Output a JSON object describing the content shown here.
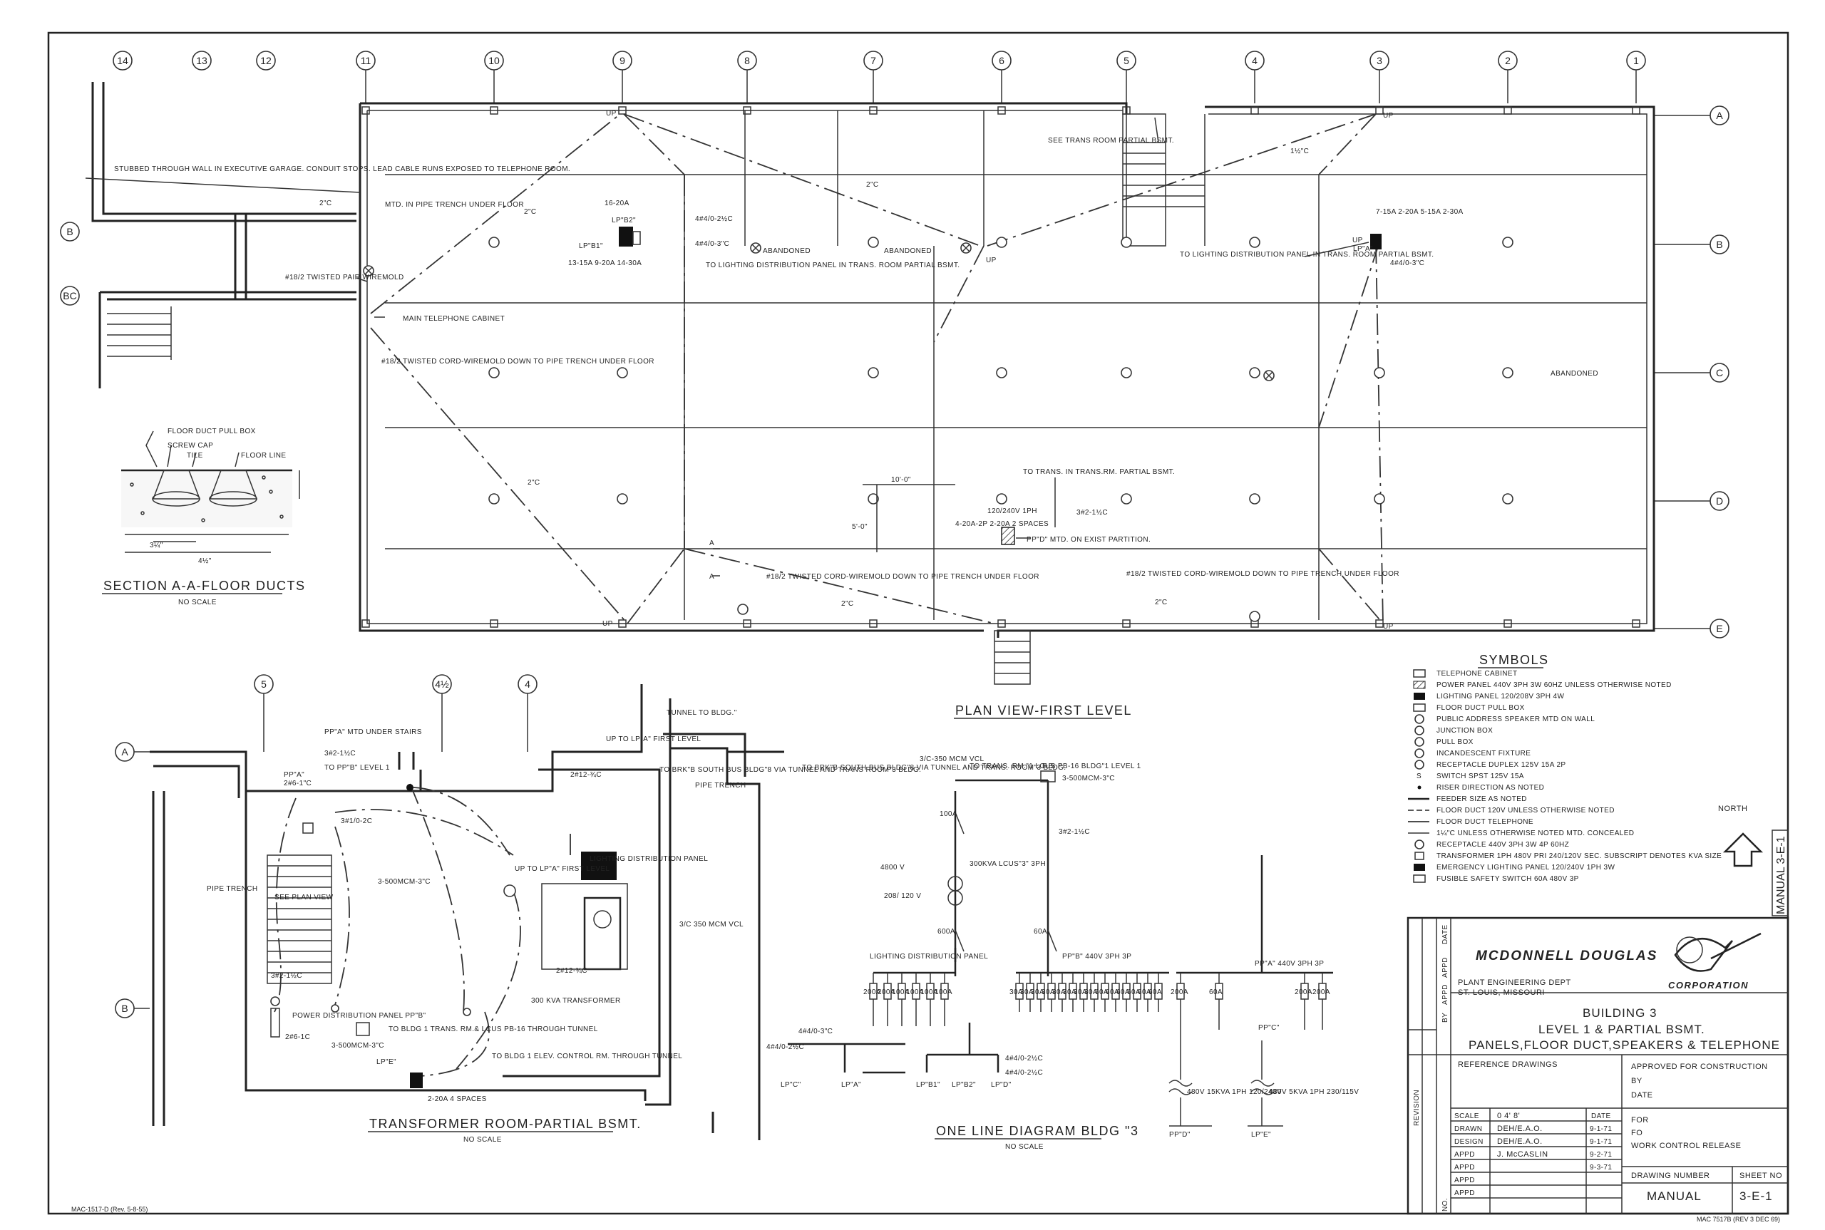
{
  "grid_columns_top": [
    "14",
    "13",
    "12",
    "11",
    "10",
    "9",
    "8",
    "7",
    "6",
    "5",
    "4",
    "3",
    "2",
    "1"
  ],
  "grid_rows_right": [
    "A",
    "B",
    "C",
    "D",
    "E"
  ],
  "grid_rows_left": [
    "B",
    "BC"
  ],
  "trans_room_grid_top": [
    "5",
    "4½",
    "4"
  ],
  "trans_room_grid_left": [
    "A",
    "B"
  ],
  "plan_notes": {
    "stubbed": "STUBBED THROUGH WALL IN EXECUTIVE GARAGE. CONDUIT STOPS. LEAD CABLE RUNS EXPOSED TO TELEPHONE ROOM.",
    "mtd_pipe_trench": "MTD. IN PIPE TRENCH UNDER FLOOR",
    "twisted_pair": "#18/2 TWISTED PAIR WIREMOLD",
    "main_tel_cabinet": "MAIN TELEPHONE CABINET",
    "twisted_cord_1": "#18/2 TWISTED CORD-WIREMOLD DOWN TO PIPE TRENCH UNDER FLOOR",
    "lp_b2": "LP\"B2\"",
    "lp_b1": "LP\"B1\"",
    "lp_b2_ckt": "16-20A",
    "lp_b1_ckt": "13-15A 9-20A 14-30A",
    "feeder_a": "4#4/0-2½C",
    "feeder_b": "4#4/0-3\"C",
    "to_lighting": "TO LIGHTING DISTRIBUTION PANEL IN TRANS. ROOM PARTIAL BSMT.",
    "abandoned": "ABANDONED",
    "see_trans_room": "SEE TRANS ROOM PARTIAL BSMT.",
    "to_lighting_2": "TO LIGHTING DISTRIBUTION PANEL IN TRANS. ROOM PARTIAL BSMT.",
    "lp_a_ckt": "7-15A 2-20A 5-15A 2-30A",
    "lp_a": "LP\"A\"",
    "feeder_c": "4#4/0-3\"C",
    "to_trans": "TO TRANS. IN TRANS.RM. PARTIAL BSMT.",
    "pp_d_rating": "120/240V 1PH",
    "pp_d_ckt": "4-20A-2P 2-20A 2 SPACES",
    "pp_d": "PP\"D\" MTD. ON EXIST PARTITION.",
    "pp_d_feeder": "3#2-1½C",
    "dim_10": "10'-0\"",
    "dim_5": "5'-0\"",
    "twisted_cord_2": "#18/2 TWISTED CORD-WIREMOLD DOWN TO PIPE TRENCH UNDER FLOOR",
    "twisted_cord_3": "#18/2 TWISTED CORD-WIREMOLD DOWN TO PIPE TRENCH UNDER FLOOR",
    "up": "UP",
    "c2": "2\"C",
    "c15": "1½\"C",
    "sec_a": "A"
  },
  "section": {
    "title": "SECTION A-A-FLOOR DUCTS",
    "subtitle": "NO SCALE",
    "pull_box": "FLOOR DUCT PULL BOX",
    "screw_cap": "SCREW CAP",
    "tile": "TILE",
    "floor_line": "FLOOR LINE",
    "dim_a": "3¼\"",
    "dim_b": "4½\""
  },
  "plan_title": "PLAN VIEW-FIRST LEVEL",
  "trans_room": {
    "title": "TRANSFORMER ROOM-PARTIAL BSMT.",
    "subtitle": "NO SCALE",
    "tunnel": "TUNNEL TO BLDG.\"",
    "pipe_trench": "PIPE TRENCH",
    "pipe_trench_2": "PIPE TRENCH",
    "pp_a": "PP\"A\"",
    "pp_a_mtd": "PP\"A\" MTD UNDER STAIRS",
    "to_pp_b": "TO PP\"B\" LEVEL 1",
    "feeder_3_2": "3#2-1½C",
    "feeder_2_6": "2#6-1\"C",
    "to_brk": "TO BRK\"B SOUTH BUS BLDG\"8 VIA TUNNEL AND TRANS ROOM\"3 BLDG.",
    "to_lp_a": "UP TO LP\"A\" FIRST LEVEL",
    "up_to_lp_a": "UP TO LP\"A\" FIRST LEVEL",
    "lighting_dist": "LIGHTING DISTRIBUTION PANEL",
    "see_plan": "SEE PLAN VIEW",
    "cable_500": "3-500MCM-3\"C",
    "cable_350": "3/C 350 MCM VCL",
    "xfmr": "300 KVA TRANSFORMER",
    "pdp_b": "POWER DISTRIBUTION PANEL PP\"B\"",
    "to_bldg_trans": "TO BLDG 1 TRANS. RM.& LCUS PB-16 THROUGH TUNNEL",
    "cable_500b": "3-500MCM-3\"C",
    "to_elev": "TO BLDG 1 ELEV. CONTROL RM. THROUGH TUNNEL",
    "lp_e": "LP\"E\"",
    "lp_e_ckt": "2-20A 4 SPACES",
    "f_a": "2#12-¾C",
    "f_b": "3#1/0-2C",
    "f_c": "3#2-1½C",
    "f_d": "2#12-¾C",
    "f_e": "2#6-1C"
  },
  "one_line": {
    "title": "ONE LINE DIAGRAM BLDG \"3",
    "subtitle": "NO SCALE",
    "to_brk": "TO BRK\"B SOUTH BUS BLDG\"8 VIA TUNNEL AND TRANS. ROOM\"3 BLDG.",
    "cable_350": "3/C-350 MCM VCL",
    "to_trans_rm": "TO TRANS. RM.\"1 LCUS PB-16 BLDG\"1 LEVEL 1",
    "cable_500": "3-500MCM-3\"C",
    "fb": "F.B.",
    "f100": "100A",
    "v4800": "4800 V",
    "v208": "208/ 120 V",
    "kva300": "300KVA LCUS\"3\" 3PH",
    "a600": "600A",
    "feeder_3_2": "3#2-1½C",
    "a60": "60A",
    "ldp": "LIGHTING DISTRIBUTION PANEL",
    "pp_b": "PP\"B\" 440V 3PH 3P",
    "pp_a": "PP\"A\" 440V 3PH 3P",
    "f_a": "4#4/0-3\"C",
    "f_b": "4#4/0-2½C",
    "f_c": "4#4/0-2½C",
    "f_d": "4#4/0-2½C",
    "lp_c": "LP\"C\"",
    "lp_a": "LP\"A\"",
    "lp_b1": "LP\"B1\"",
    "lp_b2": "LP\"B2\"",
    "lp_d": "LP\"D\"",
    "pp_c": "PP\"C\"",
    "pp_d": "PP\"D\"",
    "lp_e": "LP\"E\"",
    "x1": "480V 15KVA 1PH 120/240V",
    "x2": "480V 5KVA 1PH 230/115V",
    "c200": "200A",
    "c100": "100A",
    "c30": "30A",
    "c60": "60A"
  },
  "symbols": {
    "title": "SYMBOLS",
    "items": [
      "TELEPHONE CABINET",
      "POWER PANEL 440V 3PH 3W 60HZ UNLESS OTHERWISE NOTED",
      "LIGHTING PANEL 120/208V 3PH 4W",
      "FLOOR DUCT PULL BOX",
      "PUBLIC ADDRESS SPEAKER MTD ON WALL",
      "JUNCTION BOX",
      "PULL BOX",
      "INCANDESCENT FIXTURE",
      "RECEPTACLE DUPLEX 125V 15A 2P",
      "SWITCH SPST 125V 15A",
      "RISER DIRECTION AS NOTED",
      "FEEDER SIZE AS NOTED",
      "FLOOR DUCT 120V UNLESS OTHERWISE NOTED",
      "FLOOR DUCT TELEPHONE",
      "1¼\"C UNLESS OTHERWISE NOTED MTD. CONCEALED",
      "RECEPTACLE 440V 3PH 3W 4P 60HZ",
      "TRANSFORMER 1PH 480V PRI 240/120V SEC. SUBSCRIPT DENOTES KVA SIZE",
      "EMERGENCY LIGHTING PANEL 120/240V 1PH 3W",
      "FUSIBLE SAFETY SWITCH 60A 480V 3P"
    ],
    "north": "NORTH"
  },
  "title_block": {
    "company": "MCDONNELL DOUGLAS",
    "corporation": "CORPORATION",
    "dept": "PLANT ENGINEERING DEPT",
    "city": "ST. LOUIS, MISSOURI",
    "building": "BUILDING 3",
    "line2": "LEVEL 1 & PARTIAL BSMT.",
    "line3": "PANELS,FLOOR DUCT,SPEAKERS & TELEPHONE",
    "ref_drawings": "REFERENCE DRAWINGS",
    "approved": "APPROVED FOR CONSTRUCTION",
    "by": "BY",
    "date": "DATE",
    "for": "FOR",
    "fo": "FO",
    "work_control": "WORK CONTROL RELEASE",
    "revision": "REVISION",
    "col_date": "DATE",
    "col_appd": "APPD",
    "col_by": "BY",
    "col_no": "NO.",
    "rows": [
      {
        "label": "SCALE",
        "value": "0 4' 8'",
        "date_label": "DATE"
      },
      {
        "label": "DRAWN",
        "value": "DEH/E.A.O.",
        "date": "9-1-71"
      },
      {
        "label": "DESIGN",
        "value": "DEH/E.A.O.",
        "date": "9-1-71"
      },
      {
        "label": "APPD",
        "value": "J. McCASLIN",
        "date": "9-2-71"
      },
      {
        "label": "APPD",
        "value": "",
        "date": "9-3-71"
      },
      {
        "label": "APPD",
        "value": "",
        "date": ""
      },
      {
        "label": "APPD",
        "value": "",
        "date": ""
      }
    ],
    "drawing_number_label": "DRAWING NUMBER",
    "sheet_no_label": "SHEET NO",
    "drawing_number": "MANUAL",
    "sheet_no": "3-E-1",
    "side_tab": "MANUAL 3-E-1"
  },
  "footer_left": "MAC-1517-D (Rev. 5-8-55)",
  "footer_right": "MAC 7517B (REV 3 DEC 69)"
}
